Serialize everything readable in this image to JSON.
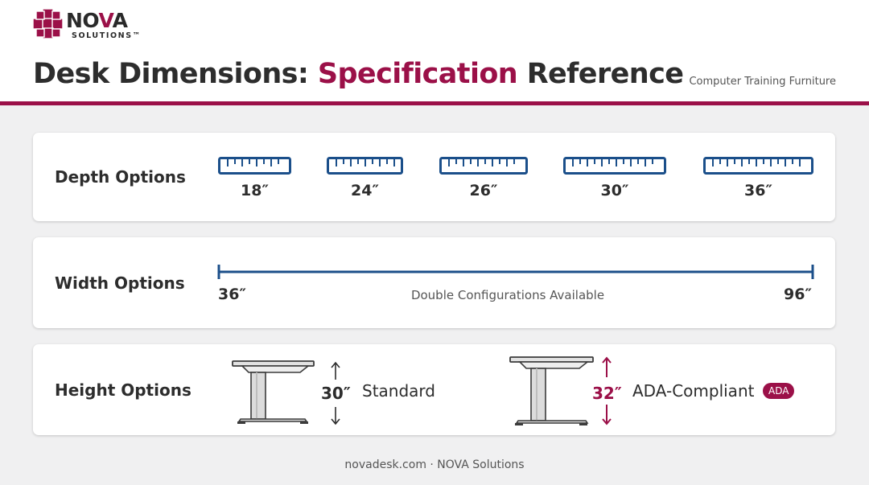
{
  "brand": {
    "word_left": "NO",
    "word_v": "V",
    "word_right": "A",
    "sub": "SOLUTIONS",
    "tm": "™"
  },
  "title": {
    "part1": "Desk Dimensions: ",
    "accent": "Specification",
    "part2": " Reference"
  },
  "subtitle": "Computer Training Furniture",
  "colors": {
    "accent": "#9b1048",
    "ruler": "#1b4f8a",
    "text": "#2d2d2d"
  },
  "depth": {
    "label": "Depth Options",
    "options": [
      "18″",
      "24″",
      "26″",
      "30″",
      "36″"
    ]
  },
  "width": {
    "label": "Width Options",
    "min": "36″",
    "max": "96″",
    "note": "Double Configurations Available"
  },
  "height": {
    "label": "Height Options",
    "standard_value": "30″",
    "standard_label": "Standard",
    "ada_value": "32″",
    "ada_label": "ADA-Compliant",
    "ada_badge": "ADA"
  },
  "footer": "novadesk.com · NOVA Solutions"
}
